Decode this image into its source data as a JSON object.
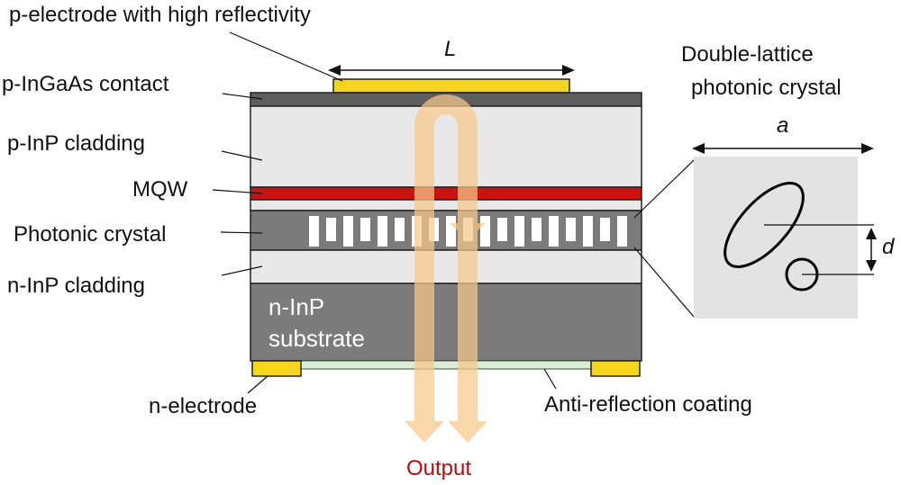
{
  "labels": {
    "p_electrode": "p-electrode with high reflectivity",
    "length": "L",
    "p_ingaas": "p-InGaAs contact",
    "p_inp": "p-InP cladding",
    "mqw": "MQW",
    "photonic_crystal": "Photonic crystal",
    "n_inp": "n-InP cladding",
    "substrate_line1": "n-InP",
    "substrate_line2": "substrate",
    "n_electrode": "n-electrode",
    "anti_reflection": "Anti-reflection coating",
    "output": "Output",
    "double_lattice_line1": "Double-lattice",
    "double_lattice_line2": "photonic crystal",
    "lattice_a": "a",
    "spacing_d": "d"
  },
  "colors": {
    "electrode": "#f5d51e",
    "contact": "#5e5e5e",
    "cladding": "#e8e8e8",
    "mqw": "#cc1111",
    "photonic_crystal": "#7b7b7b",
    "substrate": "#7b7b7b",
    "ar_coating": "#d8efd4",
    "beam": "#f8c98c",
    "output_text": "#b01010",
    "unit_cell": "#e3e3e3"
  }
}
